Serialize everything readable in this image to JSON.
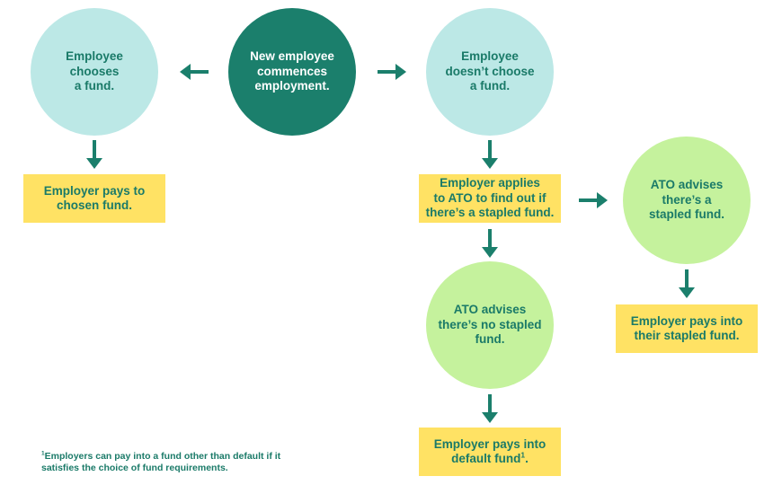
{
  "colors": {
    "teal_dark": "#1b7f6c",
    "teal_light": "#bce8e6",
    "green_light": "#c5f29d",
    "yellow": "#ffe264",
    "text_teal": "#1a7a68"
  },
  "nodes": {
    "employee_chooses": "Employee\nchooses\na fund.",
    "new_employee": "New employee\ncommences\nemployment.",
    "employee_doesnt_choose": "Employee\ndoesn’t choose\na fund.",
    "pays_chosen": "Employer pays to\nchosen fund.",
    "applies_ato": "Employer applies\nto ATO to find out if\nthere’s a stapled fund.",
    "ato_stapled": "ATO advises\nthere’s a\nstapled fund.",
    "ato_no_stapled": "ATO advises\nthere’s no stapled\nfund.",
    "pays_stapled": "Employer pays into\ntheir stapled fund.",
    "pays_default": "Employer pays into\ndefault fund",
    "pays_default_mark": "1"
  },
  "footnote": {
    "mark": "1",
    "text": "Employers can pay into a fund other than default if it satisfies the choice of fund requirements."
  }
}
